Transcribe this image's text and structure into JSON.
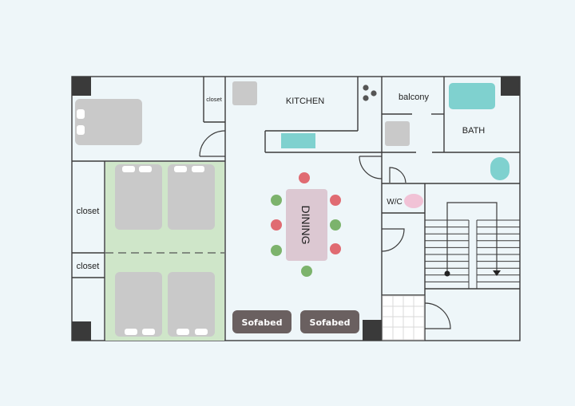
{
  "labels": {
    "closet_small": "closet",
    "kitchen": "KITCHEN",
    "balcony": "balcony",
    "bath": "BATH",
    "closet_left_1": "closet",
    "closet_left_2": "closet",
    "wc": "W/C",
    "dining": "DINING",
    "sofabed_1": "Sofabed",
    "sofabed_2": "Sofabed"
  },
  "colors": {
    "background": "#eef6f9",
    "wall": "#3b3b3b",
    "furniture_gray": "#c9c9c9",
    "counter_teal": "#7fd1cf",
    "tatami_green": "#cfe6c9",
    "table_pink": "#dcc8d2",
    "chair_red": "#e06b72",
    "chair_green": "#7cb36c",
    "sofa": "#6a6060",
    "toilet_pink": "#f1c2d6",
    "corner_block": "#3a3a3a"
  }
}
